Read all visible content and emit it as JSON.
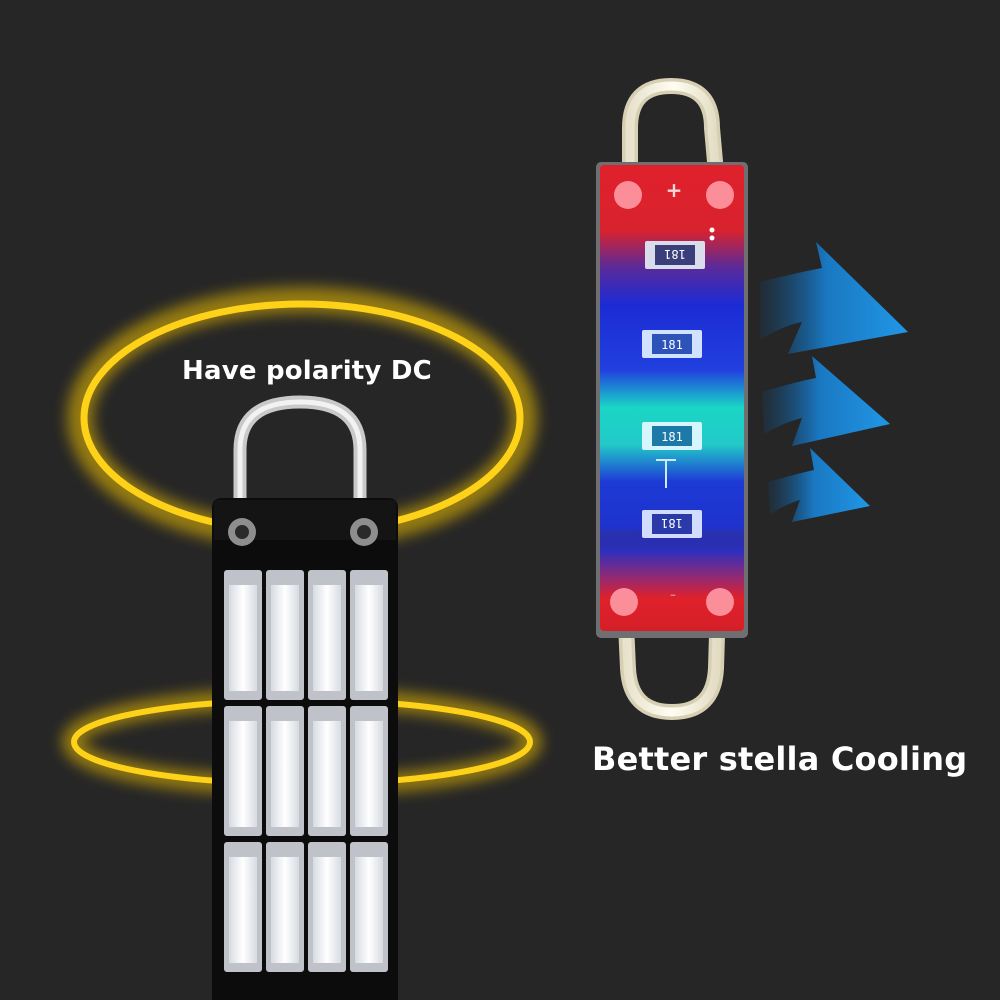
{
  "captions": {
    "polarity": "Have polarity DC",
    "cooling": "Better stella Cooling"
  },
  "component_markings": {
    "plus_sign": "+",
    "minus_sign": "-",
    "resistor_code": "181"
  },
  "colors": {
    "background": "#262626",
    "glow_ring": "#f2c200",
    "arrow": "#1f8fdc",
    "board_red": "#e0212b",
    "board_blue": "#1c2bd4",
    "board_cyan": "#1ad6c6",
    "led_white": "#eef0f4"
  },
  "icons": {
    "arrows": "airflow-arrow-icon"
  }
}
